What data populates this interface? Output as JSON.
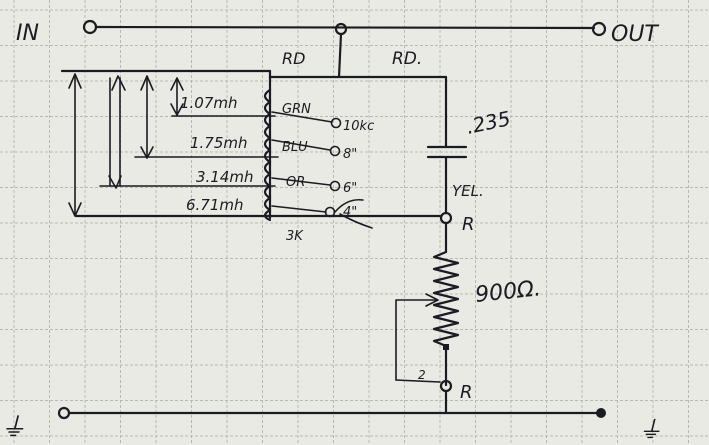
{
  "terminals": {
    "in": "IN",
    "out": "OUT",
    "ground_left": "⏚",
    "ground_right": "⏚"
  },
  "wire_colors": {
    "rd_left": "RD",
    "rd_right": "RD.",
    "yel": "YEL."
  },
  "capacitor": {
    "value": ".235"
  },
  "inductor_taps": [
    {
      "inductance": "1.07mh",
      "color": "GRN",
      "frequency": "10kc"
    },
    {
      "inductance": "1.75mh",
      "color": "BLU",
      "frequency": "8\""
    },
    {
      "inductance": "3.14mh",
      "color": "OR",
      "frequency": "6\""
    },
    {
      "inductance": "6.71mh",
      "color": "",
      "frequency": "4\""
    }
  ],
  "switch_label": "3K",
  "resistor": {
    "value": "900Ω.",
    "terminal_top": "R",
    "terminal_bottom": "R",
    "wiper_mark": "2"
  },
  "colors": {
    "paper": "#e9eae4",
    "grid": "#b7bab4",
    "ink": "#1b1b22"
  }
}
